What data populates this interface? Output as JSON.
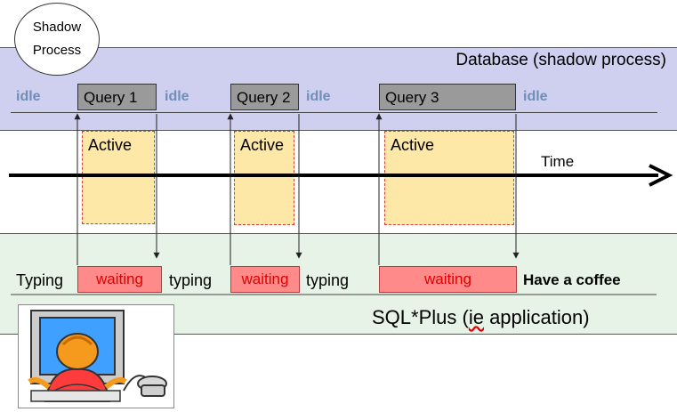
{
  "shadow_bubble": {
    "line1": "Shadow",
    "line2": "Process"
  },
  "database_label": "Database (shadow process)",
  "app_label_prefix": "SQL*Plus (",
  "app_label_ie": "ie",
  "app_label_suffix": " application)",
  "time_label": "Time",
  "idle_label": "idle",
  "queries": [
    "Query 1",
    "Query 2",
    "Query 3"
  ],
  "active_label": "Active",
  "waiting_label": "waiting",
  "client_states": [
    "Typing",
    "typing",
    "typing",
    "Have a coffee"
  ],
  "colors": {
    "db_band": "#cfcff0",
    "app_band": "#e6f3e6",
    "query": "#9a9a9a",
    "active": "#fde8a8",
    "waiting": "#ff8a8a",
    "idle_text": "#6f8fb8",
    "waiting_text": "#e00000"
  }
}
